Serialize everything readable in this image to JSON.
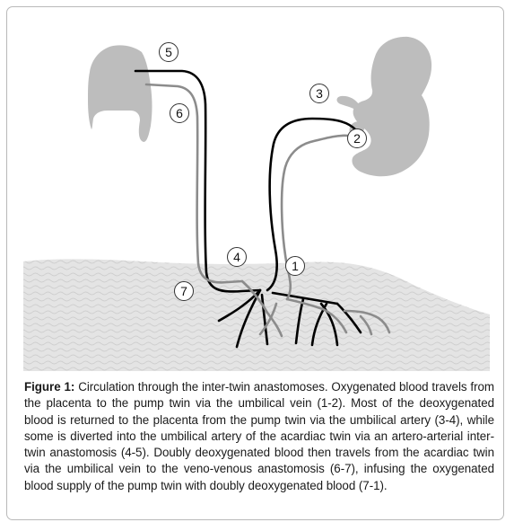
{
  "nodes": [
    {
      "id": "1",
      "label": "1"
    },
    {
      "id": "2",
      "label": "2"
    },
    {
      "id": "3",
      "label": "3"
    },
    {
      "id": "4",
      "label": "4"
    },
    {
      "id": "5",
      "label": "5"
    },
    {
      "id": "6",
      "label": "6"
    },
    {
      "id": "7",
      "label": "7"
    }
  ],
  "caption": {
    "label": "Figure 1:",
    "text": " Circulation through the inter-twin anastomoses. Oxygenated blood travels from the placenta to the pump twin via the umbilical vein (1-2). Most of the deoxygenated blood is returned to the placenta from the pump twin via the umbilical artery (3-4), while some is diverted into the umbilical artery of the acardiac twin via an artero-arterial inter-twin anastomosis (4-5). Doubly deoxygenated blood then travels from the acardiac twin via the umbilical vein to the veno-venous anastomosis (6-7), infusing the oxygenated blood supply of the pump twin with doubly deoxygenated blood (7-1)."
  },
  "colors": {
    "twin_fill": "#bdbdbd",
    "placenta_fill": "#e4e4e4",
    "artery_line": "#000000",
    "vein_line": "#8c8c8c",
    "frame_border": "#b9b9b9"
  }
}
